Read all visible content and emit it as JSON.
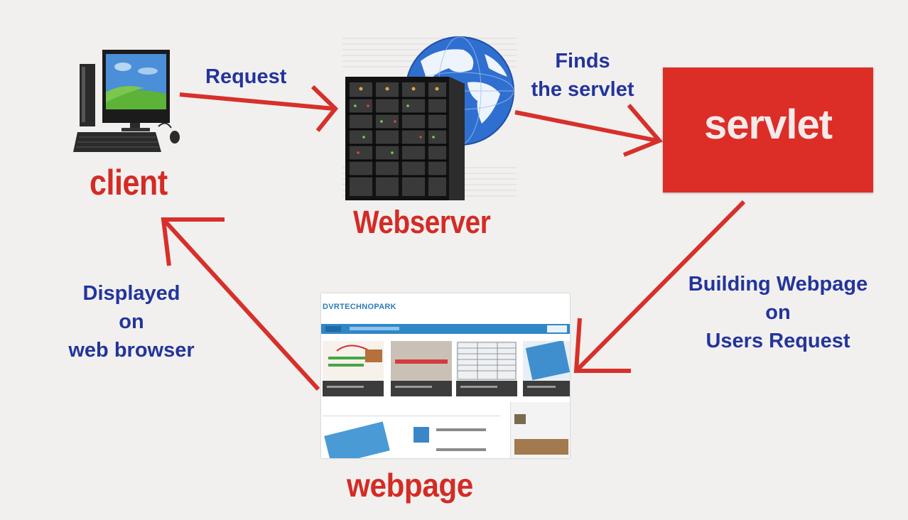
{
  "nodes": {
    "client": "client",
    "webserver": "Webserver",
    "servlet": "servlet",
    "webpage": "webpage"
  },
  "edges": {
    "request": "Request",
    "finds_line1": "Finds",
    "finds_line2": "the servlet",
    "building_line1": "Building Webpage",
    "building_line2": "on",
    "building_line3": "Users Request",
    "displayed_line1": "Displayed",
    "displayed_line2": "on",
    "displayed_line3": "web browser"
  },
  "thumbnail": {
    "brand": "DVRTECHNOPARK"
  },
  "colors": {
    "arrow": "#d7302a",
    "node_label": "#d42b25",
    "edge_label": "#23349b",
    "servlet_box": "#dc2d27",
    "background": "#f1f0ef"
  },
  "icons": [
    "computer-icon",
    "server-rack-icon",
    "globe-icon",
    "webpage-screenshot-icon"
  ]
}
